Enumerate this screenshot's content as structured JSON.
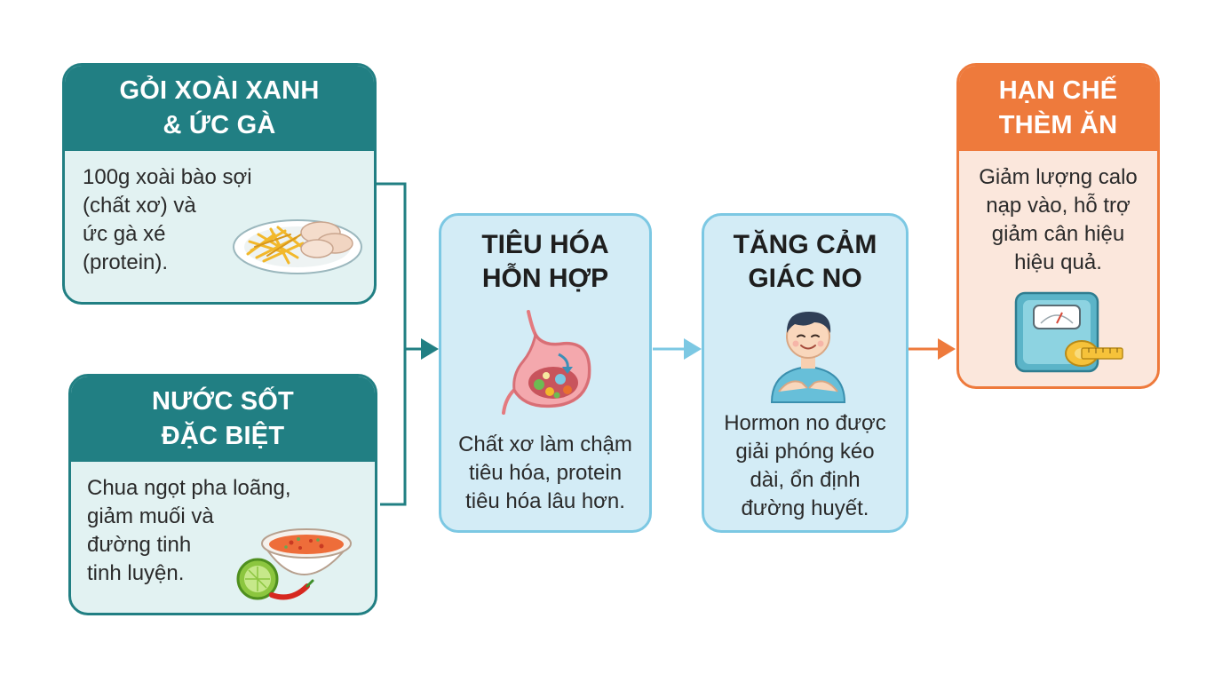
{
  "boxes": {
    "salad": {
      "title": [
        "GỎI XOÀI XANH",
        "& ỨC GÀ"
      ],
      "text": [
        "100g xoài bào sợi",
        "(chất xơ) và",
        "ức gà xé",
        "(protein)."
      ],
      "icon": "plate-salad-icon"
    },
    "sauce": {
      "title": [
        "NƯỚC SỐT",
        "ĐẶC BIỆT"
      ],
      "text": [
        "Chua ngọt pha loãng,",
        "giảm muối và",
        "đường tinh",
        "tinh luyện."
      ],
      "icon": "sauce-bowl-icon"
    },
    "digestion": {
      "title": [
        "TIÊU HÓA",
        "HỖN HỢP"
      ],
      "text": [
        "Chất xơ làm chậm",
        "tiêu hóa, protein",
        "tiêu hóa lâu hơn."
      ],
      "icon": "stomach-icon"
    },
    "fullness": {
      "title": [
        "TĂNG CẢM",
        "GIÁC NO"
      ],
      "text": [
        "Hormon no được",
        "giải phóng kéo",
        "dài, ổn định",
        "đường huyết."
      ],
      "icon": "satisfied-person-icon"
    },
    "result": {
      "title": [
        "HẠN CHẾ",
        "THÈM ĂN"
      ],
      "text": [
        "Giảm lượng calo",
        "nạp vào, hỗ trợ",
        "giảm cân hiệu",
        "hiệu quả."
      ],
      "icon": "scale-tape-icon"
    }
  },
  "colors": {
    "teal": "#217f83",
    "teal_light": "#e2f2f2",
    "blue": "#7cc8e3",
    "blue_light": "#d3ecf6",
    "orange": "#ee7a3c",
    "orange_light": "#fbe7dc"
  }
}
